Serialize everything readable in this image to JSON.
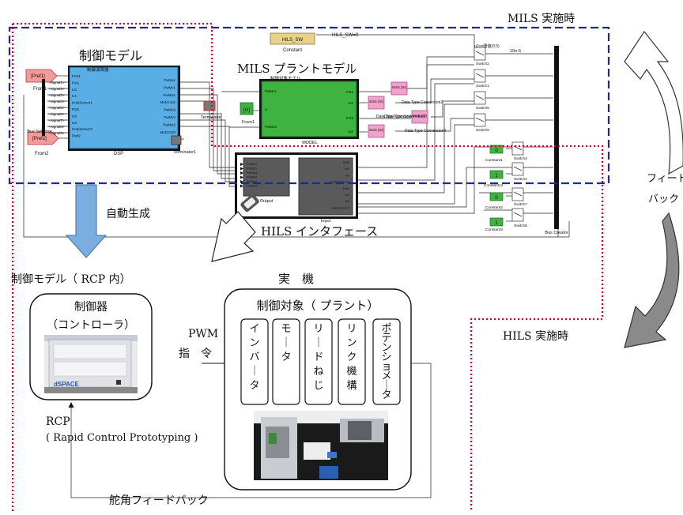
{
  "labels": {
    "mils_mode": "MILS 実施時",
    "hils_mode": "HILS 実施時",
    "feedback_1": "フィード",
    "feedback_2": "バック",
    "control_model": "制御モデル",
    "mils_plant_model": "MILS プラントモデル",
    "hils_interface": "HILS インタフェース",
    "auto_generation": "自動生成",
    "control_model_rcp": "制御モデル（ RCP 内）",
    "real_machine": "実　機",
    "controller_1": "制御器",
    "controller_2": "（コントローラ）",
    "plant_title": "制御対象（ プラント）",
    "pwm_1": "PWM",
    "pwm_2": "指　令",
    "rcp": "RCP",
    "rcp_full": "( Rapid Control Prototyping )",
    "steering_feedback": "舵角フィードバック",
    "dspace_brand": "dSPACE"
  },
  "plant_components": [
    "インバータ",
    "モータ",
    "リードねじ",
    "リンク機構",
    "ポテンショメータ"
  ],
  "simulink": {
    "hils_sw": "HILS_SW",
    "hils_sw_eq": "HILS_SW=0",
    "constant": "Constant",
    "from1_top": "[Pref1]",
    "from1": "From1",
    "from2_top": "[Pref2]",
    "from2": "From2",
    "bus_selector": "Bus Selector",
    "dsp_title": "制御演算器",
    "dsp": "DSP",
    "dsp_inputs": [
      "<signal1>",
      "<signal2>",
      "<signal3>",
      "<signal4>",
      "<signal5>",
      "<signal6>",
      "<signal7>",
      "<signal8>",
      "<signal9>"
    ],
    "dsp_in_ports": [
      "Pref1",
      "Pot1",
      "Iu1",
      "Iv1",
      "HoleSensor1",
      "Pot2",
      "Iu2",
      "Iv2",
      "HoleSensor2",
      "Pref2"
    ],
    "dsp_out_ports": [
      "PwMu1",
      "PwMv1",
      "PwMw1",
      "MotCmd1",
      "PwMu2",
      "PwMv2",
      "PwMw2",
      "MotCmd2"
    ],
    "terminator": "Terminator",
    "terminator1": "Terminator1",
    "from_g": "[G]",
    "from_g_label": "From1",
    "plant_block_title": "制御対象モデル",
    "plant_block_caption": "MODEL",
    "plant_in_ports": [
      "PwMu1",
      "U",
      "PwMu2"
    ],
    "plant_out_ports": [
      "Pot1",
      "Iu1",
      "Pot2",
      "Iu2"
    ],
    "int16_labels": [
      "int16\n(SI)",
      "int16\n(SI)",
      "int16\n(SI)",
      "int16\n(SI)"
    ],
    "dtc_labels": [
      "Data Type Conversion2",
      "Data Type Conversion1",
      "Data Type Conversion3",
      "Data Type Conversion4"
    ],
    "switch_labels": [
      "Switch2",
      "Switch1",
      "Switch5",
      "Switch6",
      "Switch3",
      "Switch4",
      "Switch7",
      "Switch8"
    ],
    "switch_threshold": "u2>=閾値(0.5)",
    "constant_labels": [
      "Constant1",
      "Constant12",
      "Constant2",
      "Constant3"
    ],
    "constant_values": [
      "0",
      "1",
      "0",
      "1"
    ],
    "gain_text": "10e-6",
    "bus_creator": "Bus Creator",
    "output_block": "Output",
    "input_block": "Input",
    "output_ports": [
      "PwMu1",
      "PwMv1",
      "PwMw1",
      "PwMu2",
      "PwMv2",
      "PwMw2"
    ],
    "input_ports": [
      "Pot1",
      "Iu1",
      "Iv1",
      "HoleSensor1",
      "Pot2",
      "Iu2",
      "Iv2",
      "HoleSensor2"
    ]
  },
  "colors": {
    "blue_dash": "#1f2a8c",
    "red_dot": "#d8002a",
    "auto_arrow": "#7aaee0",
    "dsp_fill": "#5aaee6",
    "plant_fill": "#3fb33f",
    "hils_fill": "#5a5a5a",
    "pink": "#f2a0cc",
    "hils_sw_fill": "#e7d28a"
  }
}
